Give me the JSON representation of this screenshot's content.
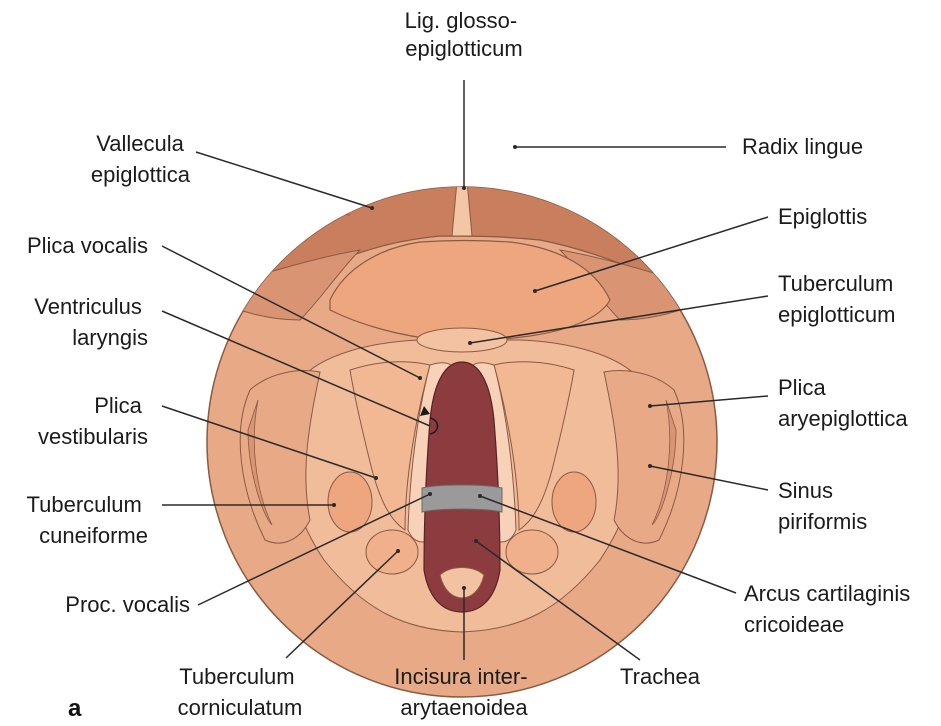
{
  "figure": {
    "panel_label": "a",
    "colors": {
      "tongue_base": "#c97f5e",
      "tissue": "#e8a986",
      "tissue_light": "#f0bc9a",
      "tissue_pale": "#f7d2b8",
      "airway": "#8c3b3e",
      "airway_dark": "#6e2a2e",
      "cartilage_ring": "#9a9a9a",
      "outline": "#7a4a36"
    }
  },
  "labels": {
    "lig_glossoepiglotticum": [
      "Lig. glosso-",
      "epiglotticum"
    ],
    "vallecula_epiglottica": [
      "Vallecula",
      "epiglottica"
    ],
    "radix_lingue": [
      "Radix lingue"
    ],
    "epiglottis": [
      "Epiglottis"
    ],
    "plica_vocalis": [
      "Plica vocalis"
    ],
    "tuberculum_epiglotticum": [
      "Tuberculum",
      "epiglotticum"
    ],
    "ventriculus_laryngis": [
      "Ventriculus",
      "laryngis"
    ],
    "plica_aryepiglottica": [
      "Plica",
      "aryepiglottica"
    ],
    "plica_vestibularis": [
      "Plica",
      "vestibularis"
    ],
    "sinus_piriformis": [
      "Sinus",
      "piriformis"
    ],
    "tuberculum_cuneiforme": [
      "Tuberculum",
      "cuneiforme"
    ],
    "arcus_cartilaginis_cricoideae": [
      "Arcus cartilaginis",
      "cricoideae"
    ],
    "proc_vocalis": [
      "Proc. vocalis"
    ],
    "tuberculum_corniculatum": [
      "Tuberculum",
      "corniculatum"
    ],
    "incisura_interarytaenoidea": [
      "Incisura inter-",
      "arytaenoidea"
    ],
    "trachea": [
      "Trachea"
    ]
  }
}
